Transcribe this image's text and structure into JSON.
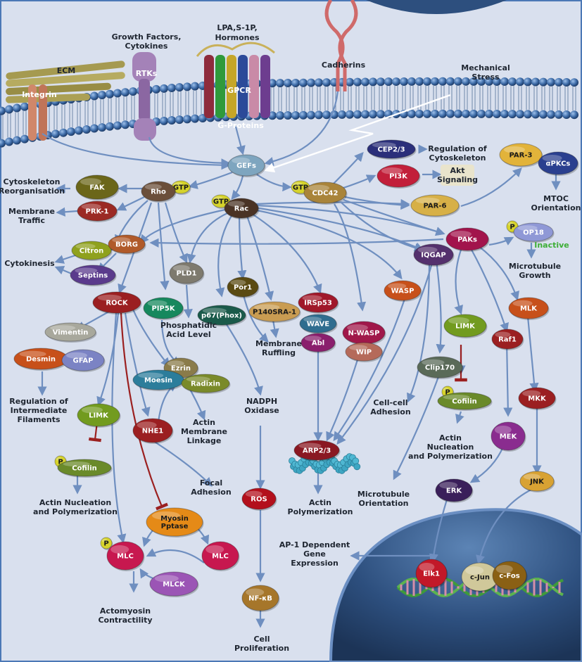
{
  "colors": {
    "background": "#d9e0ee",
    "frame": "#4b78b6",
    "membrane": "#3d6aa6",
    "nucleus": "#33567f",
    "edge": "#6f8fc0",
    "inhibit": "#9b2020",
    "inactive_text": "#3cae35"
  },
  "receptors": {
    "ecm": "ECM",
    "integrin": "Integrin",
    "growth_factors": "Growth Factors,\nCytokines",
    "rtks": "RTKs",
    "lpa": "LPA,S-1P,",
    "hormones": "Hormones",
    "gpcr": "GPCR",
    "g_proteins": "G-Proteins",
    "cadherins": "Cadherins",
    "mechanical_stress": "Mechanical\nStress"
  },
  "nodes": {
    "gefs": "GEFs",
    "gtp_rho": "GTP",
    "rho": "Rho",
    "gtp_rac": "GTP",
    "rac": "Rac",
    "gtp_cdc42": "GTP",
    "cdc42": "CDC42",
    "cep23": "CEP2/3",
    "pi3k": "PI3K",
    "par3": "PAR-3",
    "apkcs": "αPKCs",
    "par6": "PAR-6",
    "fak": "FAK",
    "prk1": "PRK-1",
    "citron": "Citron",
    "borg": "BORG",
    "septins": "Septins",
    "rock": "ROCK",
    "pip5k": "PIP5K",
    "pld1": "PLD1",
    "p67phox": "p67(Phox)",
    "por1": "Por1",
    "p140sra1": "P140SRA-1",
    "irsp53": "IRSp53",
    "wave": "WAVE",
    "abl": "Abl",
    "nwasp": "N-WASP",
    "wip": "WIP",
    "wasp": "WASP",
    "iqgap": "IQGAP",
    "paks": "PAKs",
    "op18_p": "P",
    "op18": "OP18",
    "inactive": "Inactive",
    "vimentin": "Vimentin",
    "desmin": "Desmin",
    "gfap": "GFAP",
    "limk_left": "LIMK",
    "cofilin_left_p": "P",
    "cofilin_left": "Cofilin",
    "ezrin": "Ezrin",
    "moesin": "Moesin",
    "radixin": "Radixin",
    "nhe1": "NHE1",
    "clip170": "Clip170",
    "arp23": "ARP2/3",
    "limk_right": "LIMK",
    "cofilin_right_p": "P",
    "cofilin_right": "Cofilin",
    "mlk": "MLK",
    "raf1": "Raf1",
    "mkk": "MKK",
    "mek": "MEK",
    "erk": "ERK",
    "jnk": "JNK",
    "ros": "ROS",
    "nfkb": "NF-κB",
    "myosin_pptase": "Myosin\nPptase",
    "mlc_p": "P",
    "mlc_left": "MLC",
    "mlc_right": "MLC",
    "mlck": "MLCK",
    "elk1": "Elk1",
    "cjun": "c-Jun",
    "cfos": "c-Fos"
  },
  "labels": {
    "regulation_cytoskeleton": "Regulation of\nCytoskeleton",
    "akt_signaling": "Akt\nSignaling",
    "mtoc_orientation": "MTOC\nOrientation",
    "cytoskeleton_reorg": "Cytoskeleton\nReorganisation",
    "membrane_traffic": "Membrane\nTraffic",
    "cytokinesis": "Cytokinesis",
    "microtubule_growth": "Microtubule\nGrowth",
    "phosphatidic_acid": "Phosphatidic\nAcid Level",
    "membrane_ruffling": "Membrane\nRuffling",
    "regulation_intermediate": "Regulation of\nIntermediate\nFilaments",
    "actin_membrane_linkage": "Actin\nMembrane\nLinkage",
    "nadph_oxidase": "NADPH\nOxidase",
    "cell_cell_adhesion": "Cell-cell\nAdhesion",
    "actin_nucleation_right": "Actin\nNucleation\nand Polymerization",
    "focal_adhesion": "Focal\nAdhesion",
    "actin_nucleation_left": "Actin Nucleation\nand Polymerization",
    "microtubule_orientation": "Microtubule\nOrientation",
    "actin_polymerization": "Actin\nPolymerization",
    "ap1_gene_expression": "AP-1 Dependent\nGene\nExpression",
    "actomyosin_contractility": "Actomyosin\nContractility",
    "cell_proliferation": "Cell\nProliferation"
  }
}
